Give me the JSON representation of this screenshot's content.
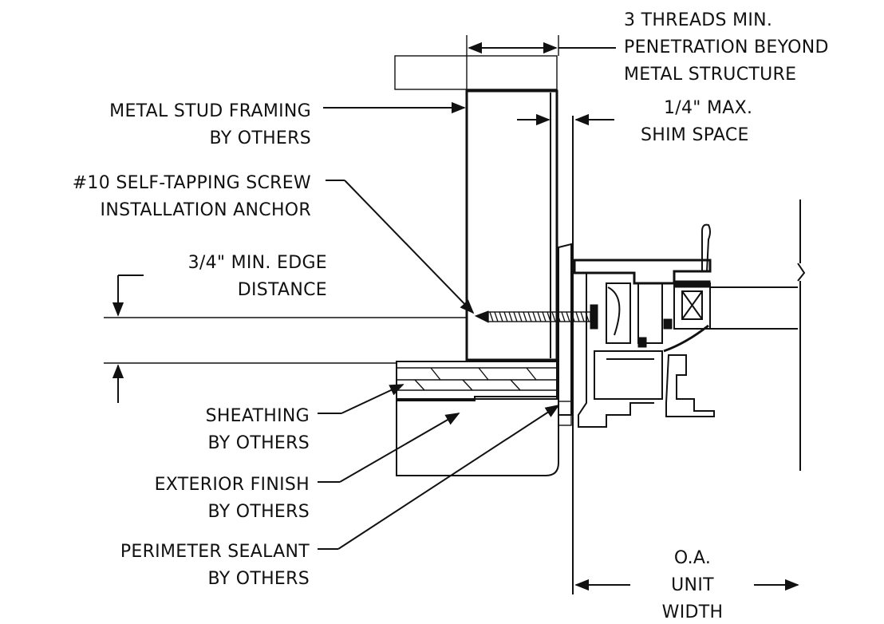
{
  "labels": {
    "threads_1": "3 THREADS MIN.",
    "threads_2": "PENETRATION BEYOND",
    "threads_3": "METAL STRUCTURE",
    "shim_1": "1/4\" MAX.",
    "shim_2": "SHIM SPACE",
    "stud_1": "METAL STUD FRAMING",
    "stud_2": "BY OTHERS",
    "screw_1": "#10 SELF-TAPPING SCREW",
    "screw_2": "INSTALLATION ANCHOR",
    "edge_1": "3/4\" MIN. EDGE",
    "edge_2": "DISTANCE",
    "sheathing_1": "SHEATHING",
    "sheathing_2": "BY OTHERS",
    "exterior_1": "EXTERIOR FINISH",
    "exterior_2": "BY OTHERS",
    "sealant_1": "PERIMETER SEALANT",
    "sealant_2": "BY OTHERS",
    "width_1": "O.A.",
    "width_2": "UNIT",
    "width_3": "WIDTH"
  }
}
